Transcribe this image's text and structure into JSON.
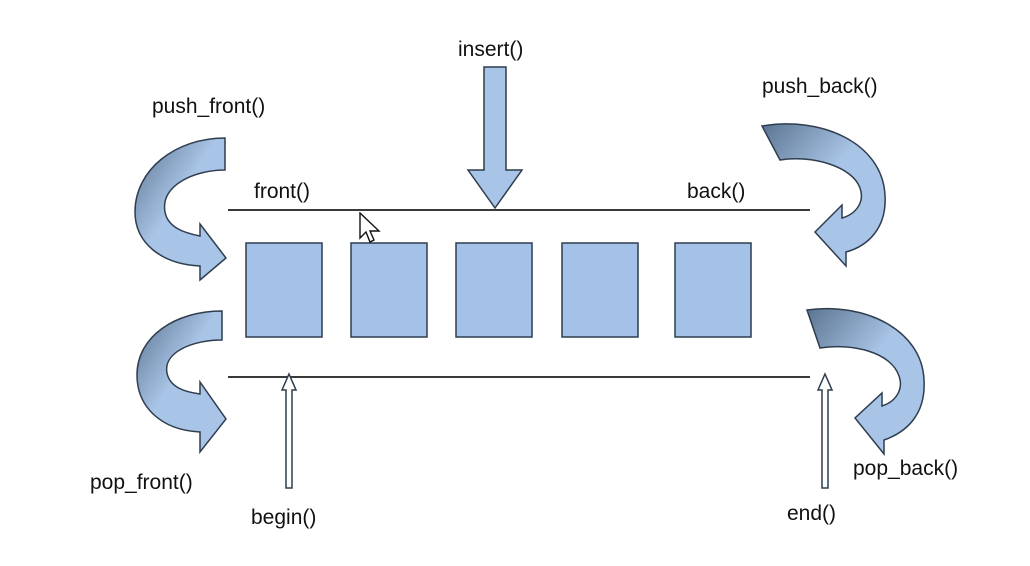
{
  "diagram": {
    "labels": {
      "insert": "insert()",
      "push_front": "push_front()",
      "push_back": "push_back()",
      "front": "front()",
      "back": "back()",
      "pop_front": "pop_front()",
      "pop_back": "pop_back()",
      "begin": "begin()",
      "end": "end()"
    },
    "element_count": 5,
    "colors": {
      "box_fill": "#a4c2e8",
      "box_stroke": "#2f3d4f",
      "arrow_light": "#a8c4e6",
      "arrow_dark": "#5b7490",
      "line": "#3a3a3a"
    }
  }
}
